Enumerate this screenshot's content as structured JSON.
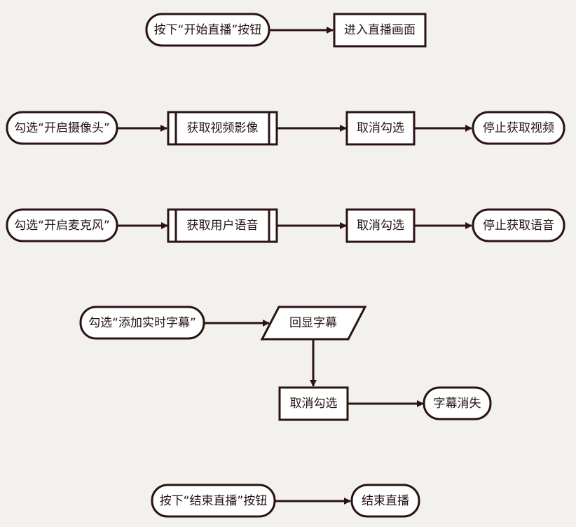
{
  "colors": {
    "background": "#f3f1ee",
    "node_fill": "#ffffff",
    "stroke": "#2b1313",
    "text": "#241414"
  },
  "nodes": {
    "press_start": {
      "label": "按下“开始直播”按钮",
      "shape": "terminator"
    },
    "enter_live": {
      "label": "进入直播画面",
      "shape": "process"
    },
    "check_camera": {
      "label": "勾选“开启摄像头”",
      "shape": "terminator"
    },
    "get_video": {
      "label": "获取视频影像",
      "shape": "subprocess"
    },
    "uncheck_camera": {
      "label": "取消勾选",
      "shape": "process"
    },
    "stop_video": {
      "label": "停止获取视频",
      "shape": "terminator"
    },
    "check_mic": {
      "label": "勾选“开启麦克风”",
      "shape": "terminator"
    },
    "get_voice": {
      "label": "获取用户语音",
      "shape": "subprocess"
    },
    "uncheck_mic": {
      "label": "取消勾选",
      "shape": "process"
    },
    "stop_voice": {
      "label": "停止获取语音",
      "shape": "terminator"
    },
    "check_subtitle": {
      "label": "勾选“添加实时字幕”",
      "shape": "terminator"
    },
    "echo_subtitle": {
      "label": "回显字幕",
      "shape": "data"
    },
    "uncheck_subtitle": {
      "label": "取消勾选",
      "shape": "process"
    },
    "subtitle_gone": {
      "label": "字幕消失",
      "shape": "terminator"
    },
    "press_end": {
      "label": "按下“结束直播”按钮",
      "shape": "terminator"
    },
    "end_live": {
      "label": "结束直播",
      "shape": "terminator"
    }
  },
  "edges": [
    [
      "press_start",
      "enter_live"
    ],
    [
      "check_camera",
      "get_video"
    ],
    [
      "get_video",
      "uncheck_camera"
    ],
    [
      "uncheck_camera",
      "stop_video"
    ],
    [
      "check_mic",
      "get_voice"
    ],
    [
      "get_voice",
      "uncheck_mic"
    ],
    [
      "uncheck_mic",
      "stop_voice"
    ],
    [
      "check_subtitle",
      "echo_subtitle"
    ],
    [
      "echo_subtitle",
      "uncheck_subtitle"
    ],
    [
      "uncheck_subtitle",
      "subtitle_gone"
    ],
    [
      "press_end",
      "end_live"
    ]
  ]
}
